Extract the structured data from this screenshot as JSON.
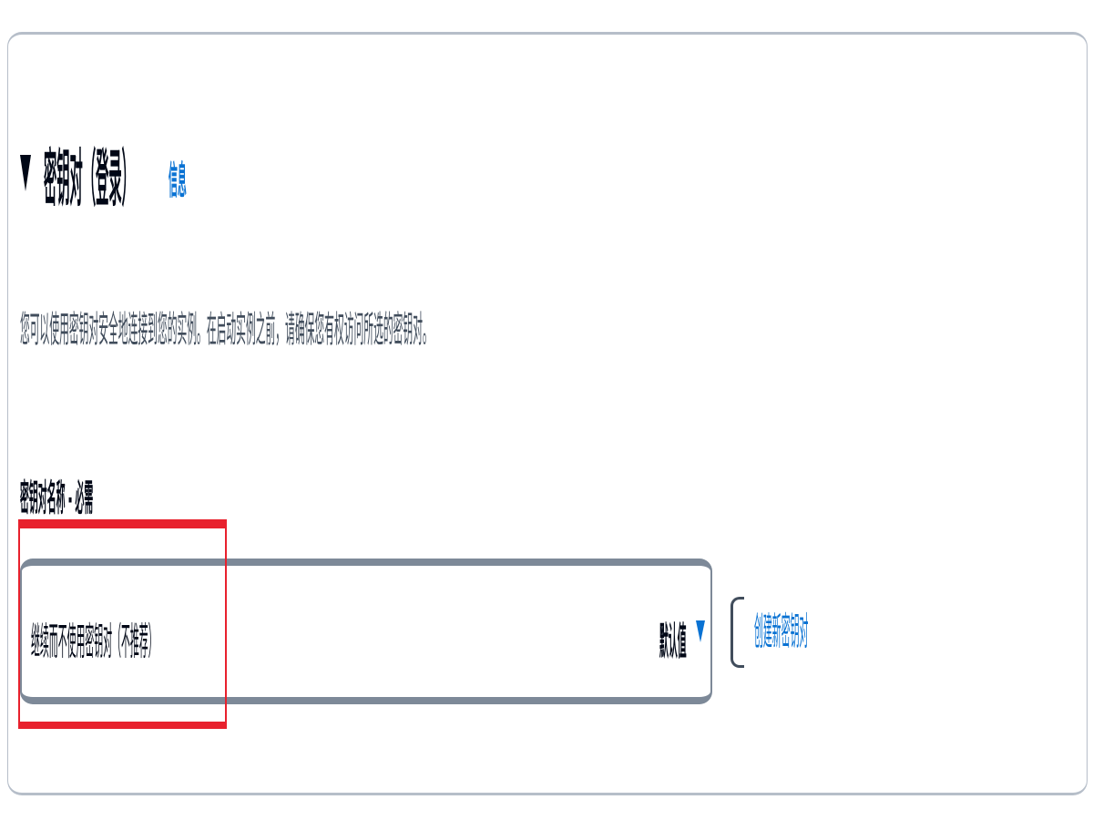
{
  "section": {
    "title": "密钥对（登录）",
    "info_link": "信息",
    "description": "您可以使用密钥对安全地连接到您的实例。在启动实例之前，请确保您有权访问所选的密钥对。"
  },
  "key_pair_field": {
    "label": "密钥对名称 - 必需",
    "selected_value": "继续而不使用密钥对（不推荐）",
    "default_tag": "默认值",
    "create_link": "创建新密钥对"
  },
  "colors": {
    "accent": "#0972d3",
    "highlight": "#e8212d",
    "border": "#7d8998"
  }
}
